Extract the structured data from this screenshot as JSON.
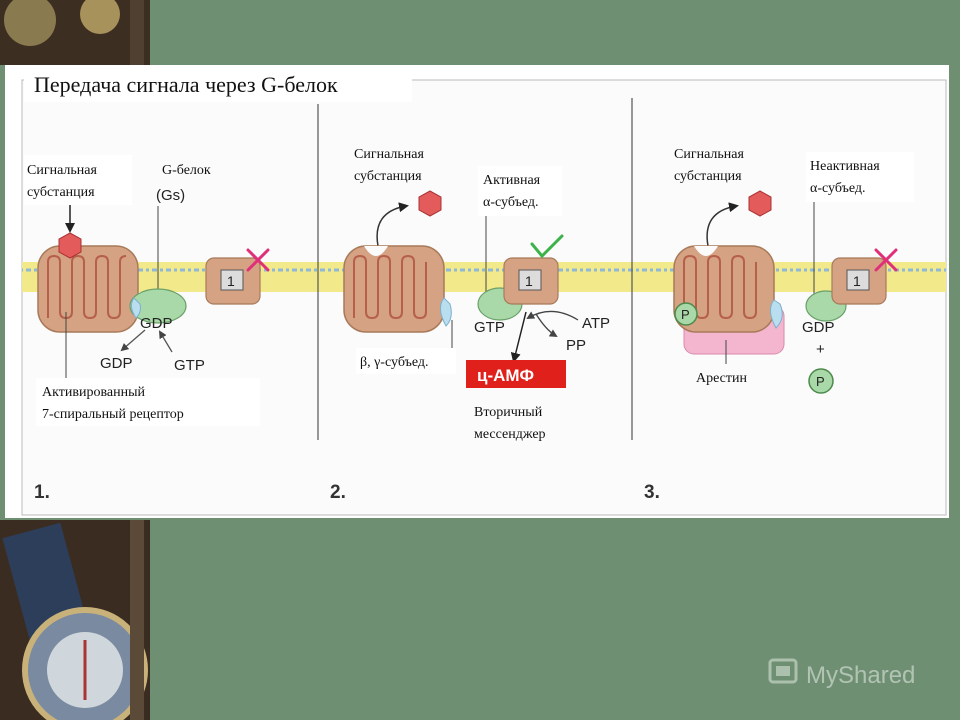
{
  "title": "Передача сигнала через G-белок",
  "panels": [
    {
      "number": "1.",
      "signal_label": [
        "Сигнальная",
        "субстанция"
      ],
      "gprotein_label": "G-белок",
      "gs_label": "(Gs)",
      "gdp_bound": "GDP",
      "gdp_out": "GDP",
      "gtp_in": "GTP",
      "effector_label": "1",
      "receptor_label": [
        "Активированный",
        "7-спиральный рецептор"
      ]
    },
    {
      "number": "2.",
      "signal_label": [
        "Сигнальная",
        "субстанция"
      ],
      "alpha_label": [
        "Активная",
        "α-субъед."
      ],
      "gtp_bound": "GTP",
      "atp": "ATP",
      "pp": "PP",
      "effector_label": "1",
      "beta_gamma_label": "β, γ-субъед.",
      "camp": "ц-АМФ",
      "messenger_label": [
        "Вторичный",
        "мессенджер"
      ]
    },
    {
      "number": "3.",
      "signal_label": [
        "Сигнальная",
        "субстанция"
      ],
      "alpha_label": [
        "Неактивная",
        "α-субъед."
      ],
      "p_on_receptor": "P",
      "gdp_bound": "GDP",
      "plus": "+",
      "p_free": "P",
      "effector_label": "1",
      "arrestin_label": "Арестин"
    }
  ],
  "watermark": "MyShared",
  "colors": {
    "background": "#6f8f73",
    "membrane": "#f2ea8a",
    "receptor": "#d5a383",
    "signal": "#e35b5b",
    "alpha": "#a9d9a8",
    "beta_gamma": "#b8def0",
    "arrestin": "#f4b6cf",
    "camp": "#e0201b",
    "cross": "#e0307a",
    "check": "#3cb34a"
  }
}
